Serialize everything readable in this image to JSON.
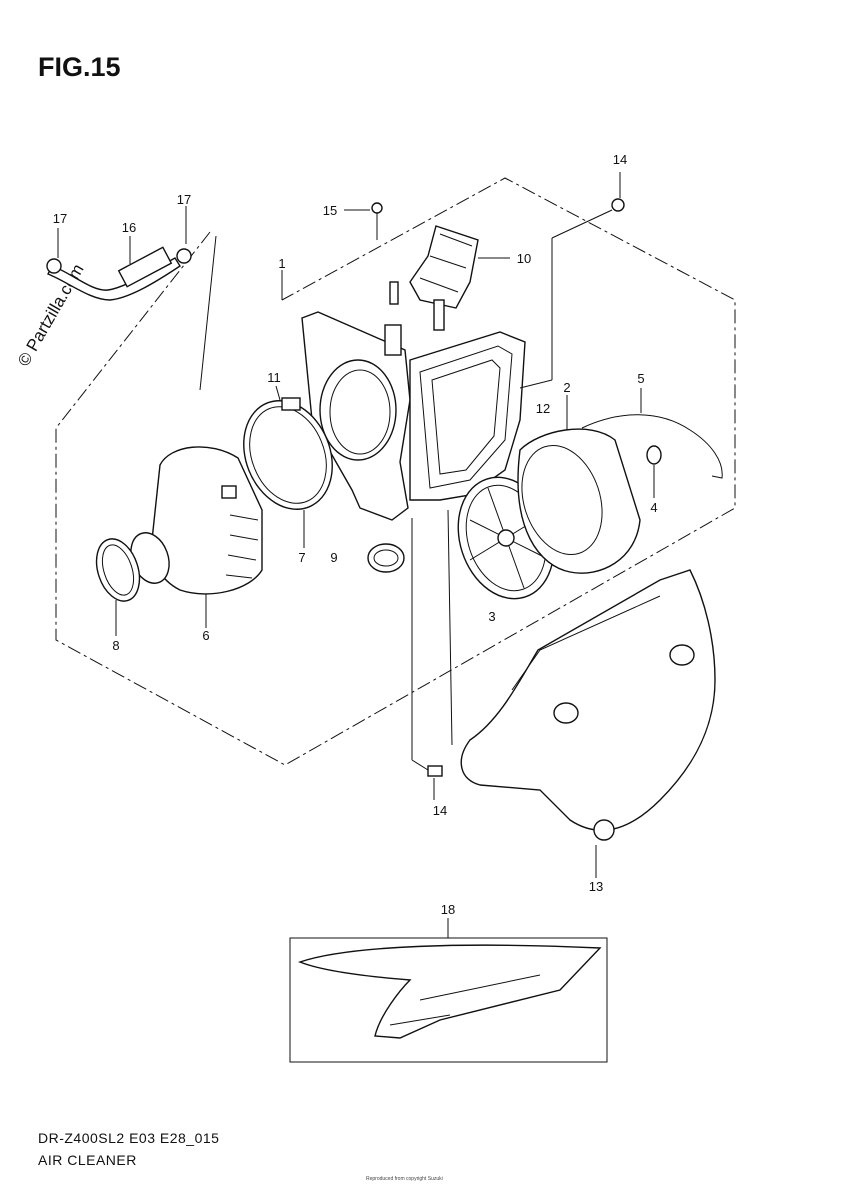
{
  "figure": {
    "title": "FIG.15",
    "watermark": "© Partzilla.com",
    "model_code": "DR-Z400SL2 E03 E28_015",
    "section_name": "AIR CLEANER",
    "copyright": "Reproduced from copyright Suzuki"
  },
  "callouts": {
    "c1": "1",
    "c2": "2",
    "c3": "3",
    "c4": "4",
    "c5": "5",
    "c6": "6",
    "c7": "7",
    "c8": "8",
    "c9": "9",
    "c10": "10",
    "c11": "11",
    "c12": "12",
    "c13": "13",
    "c14a": "14",
    "c14b": "14",
    "c15": "15",
    "c16": "16",
    "c17a": "17",
    "c17b": "17",
    "c18": "18"
  }
}
